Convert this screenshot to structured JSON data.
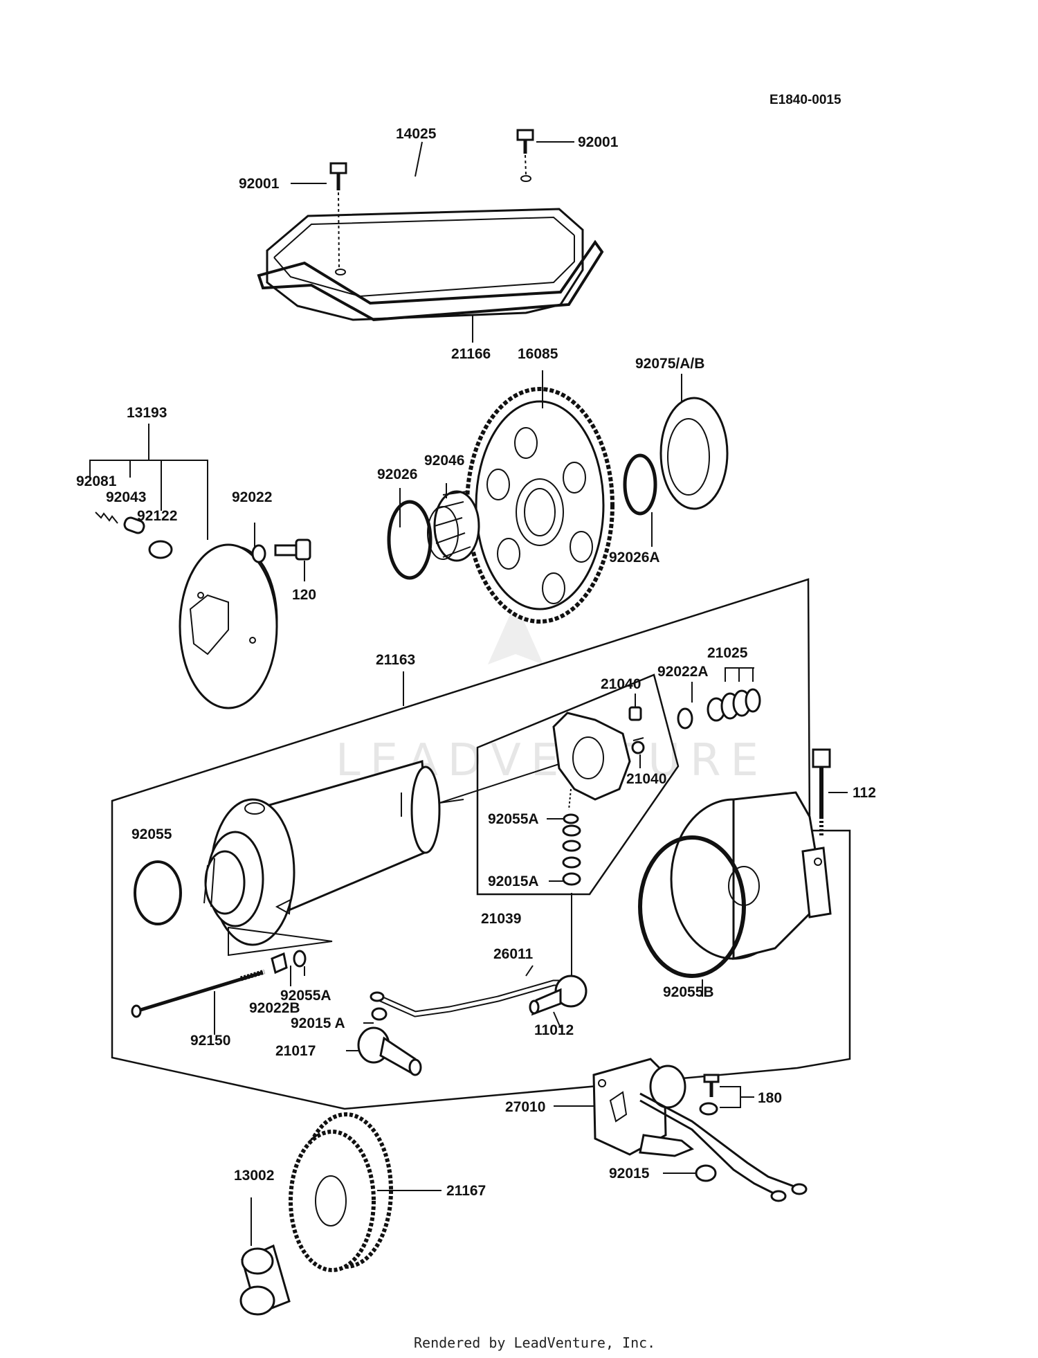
{
  "diagram_code": "E1840-0015",
  "watermark": "LEADVENTURE",
  "footer": "Rendered by LeadVenture, Inc.",
  "parts": [
    {
      "id": "p14025",
      "label": "14025"
    },
    {
      "id": "p92001a",
      "label": "92001"
    },
    {
      "id": "p92001b",
      "label": "92001"
    },
    {
      "id": "p21166",
      "label": "21166"
    },
    {
      "id": "p16085",
      "label": "16085"
    },
    {
      "id": "p92075",
      "label": "92075/A/B"
    },
    {
      "id": "p13193",
      "label": "13193"
    },
    {
      "id": "p92081",
      "label": "92081"
    },
    {
      "id": "p92043",
      "label": "92043"
    },
    {
      "id": "p92122",
      "label": "92122"
    },
    {
      "id": "p92022",
      "label": "92022"
    },
    {
      "id": "p120",
      "label": "120"
    },
    {
      "id": "p92026",
      "label": "92026"
    },
    {
      "id": "p92046",
      "label": "92046"
    },
    {
      "id": "p92026A",
      "label": "92026A"
    },
    {
      "id": "p21163",
      "label": "21163"
    },
    {
      "id": "p21025",
      "label": "21025"
    },
    {
      "id": "p92022A",
      "label": "92022A"
    },
    {
      "id": "p21040a",
      "label": "21040"
    },
    {
      "id": "p21040b",
      "label": "21040"
    },
    {
      "id": "p112",
      "label": "112"
    },
    {
      "id": "p92055",
      "label": "92055"
    },
    {
      "id": "p92055A",
      "label": "92055A"
    },
    {
      "id": "p92015A",
      "label": "92015A"
    },
    {
      "id": "p21039",
      "label": "21039"
    },
    {
      "id": "p26011",
      "label": "26011"
    },
    {
      "id": "p92055A2",
      "label": "92055A"
    },
    {
      "id": "p92022B",
      "label": "92022B"
    },
    {
      "id": "p92015A2",
      "label": "92015 A"
    },
    {
      "id": "p11012",
      "label": "11012"
    },
    {
      "id": "p92055B",
      "label": "92055B"
    },
    {
      "id": "p92150",
      "label": "92150"
    },
    {
      "id": "p21017",
      "label": "21017"
    },
    {
      "id": "p27010",
      "label": "27010"
    },
    {
      "id": "p180",
      "label": "180"
    },
    {
      "id": "p92015",
      "label": "92015"
    },
    {
      "id": "p13002",
      "label": "13002"
    },
    {
      "id": "p21167",
      "label": "21167"
    }
  ]
}
